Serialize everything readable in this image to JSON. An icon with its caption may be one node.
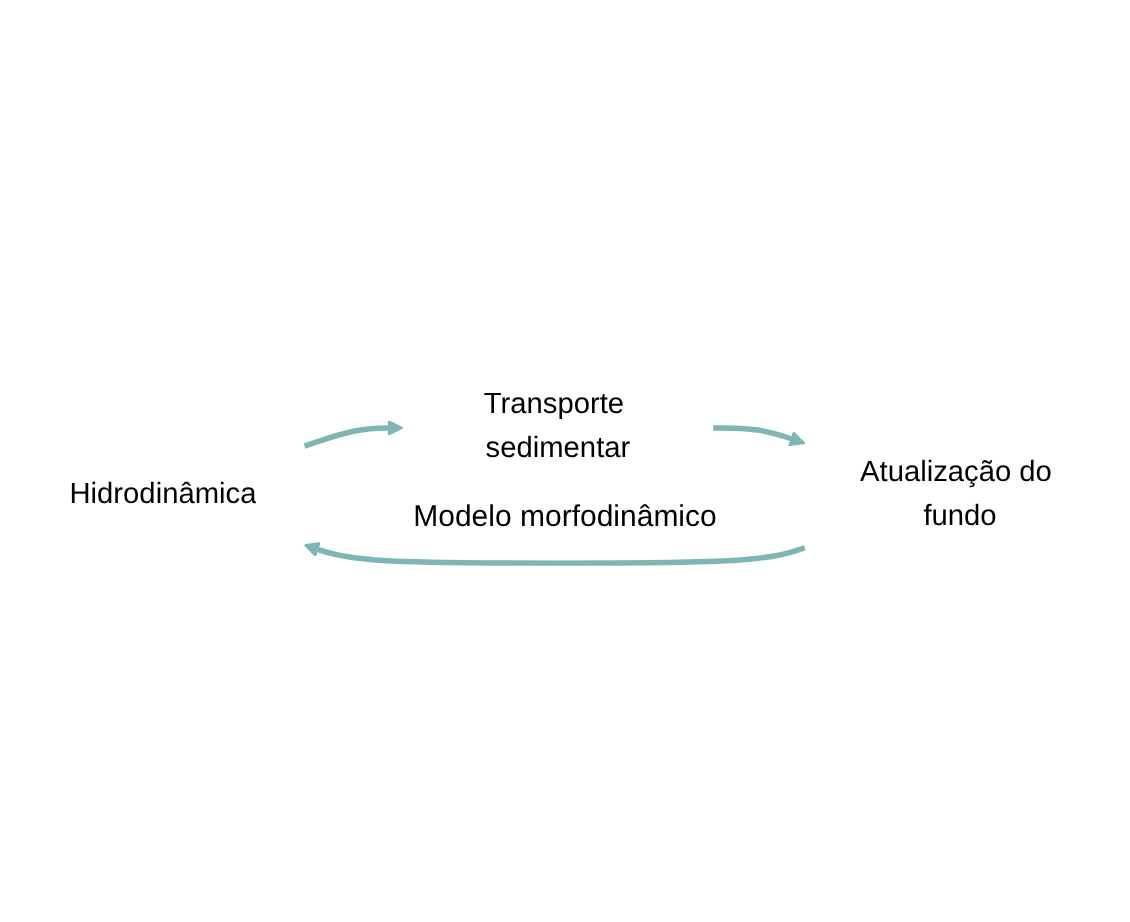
{
  "diagram": {
    "nodes": [
      {
        "text": [
          "Hidrodinâmica"
        ]
      },
      {
        "text": [
          "Transporte sedimentar"
        ]
      },
      {
        "text": [
          "Atualização do fundo"
        ]
      }
    ],
    "edges": [
      {
        "from": 0,
        "to": 1,
        "arrow": "to"
      },
      {
        "from": 1,
        "to": 2,
        "arrow": "to"
      },
      {
        "from": 2,
        "to": 0,
        "arrow": "to"
      }
    ],
    "labels": [
      "Modelo morfodinâmico"
    ]
  }
}
